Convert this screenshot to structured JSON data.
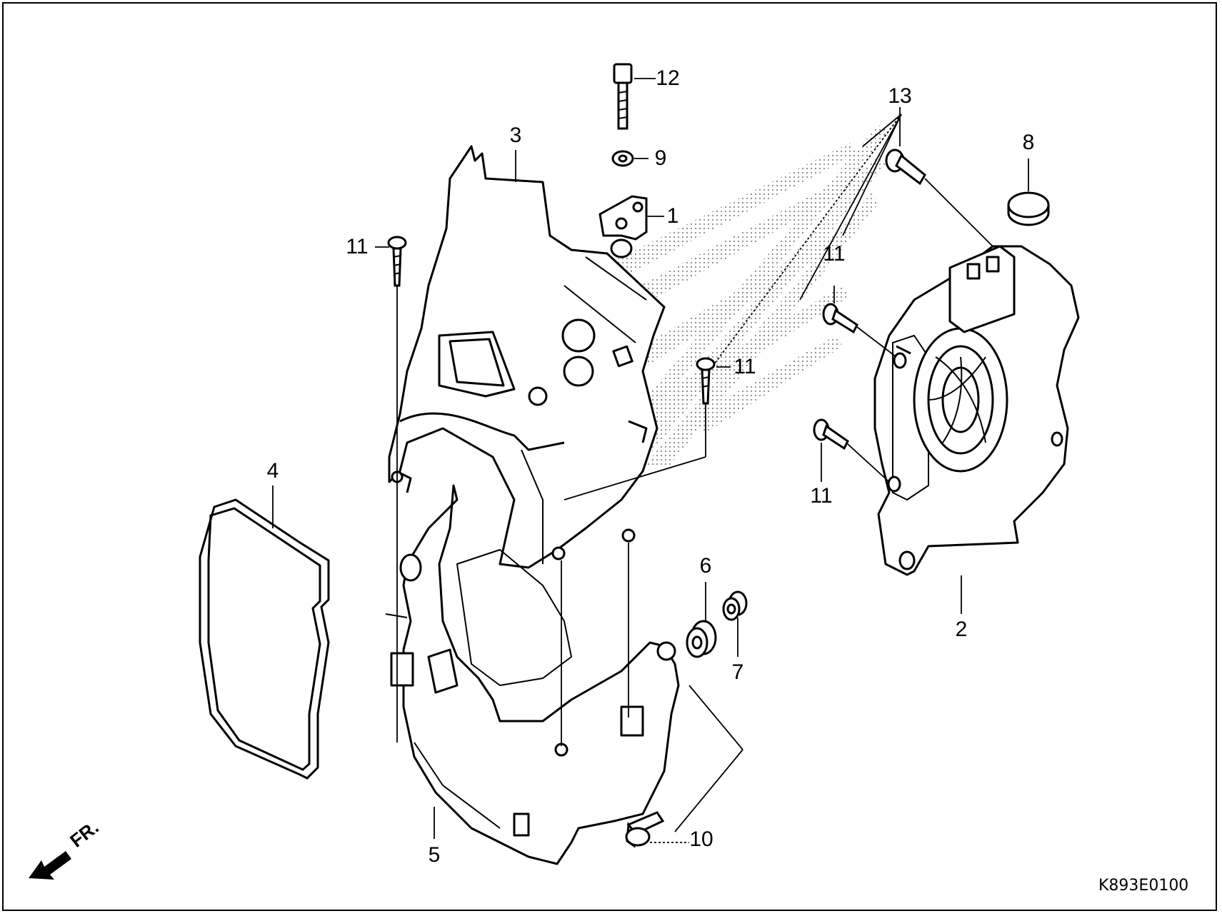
{
  "diagram": {
    "callouts": [
      {
        "id": "c1",
        "text": "1"
      },
      {
        "id": "c2",
        "text": "2"
      },
      {
        "id": "c3",
        "text": "3"
      },
      {
        "id": "c4",
        "text": "4"
      },
      {
        "id": "c5",
        "text": "5"
      },
      {
        "id": "c6",
        "text": "6"
      },
      {
        "id": "c7",
        "text": "7"
      },
      {
        "id": "c8",
        "text": "8"
      },
      {
        "id": "c9",
        "text": "9"
      },
      {
        "id": "c10",
        "text": "10"
      },
      {
        "id": "c11a",
        "text": "11"
      },
      {
        "id": "c11b",
        "text": "11"
      },
      {
        "id": "c11c",
        "text": "11"
      },
      {
        "id": "c11d",
        "text": "11"
      },
      {
        "id": "c12",
        "text": "12"
      },
      {
        "id": "c13",
        "text": "13"
      }
    ],
    "front_arrow_label": "FR.",
    "diagram_code": "K893E0100"
  }
}
